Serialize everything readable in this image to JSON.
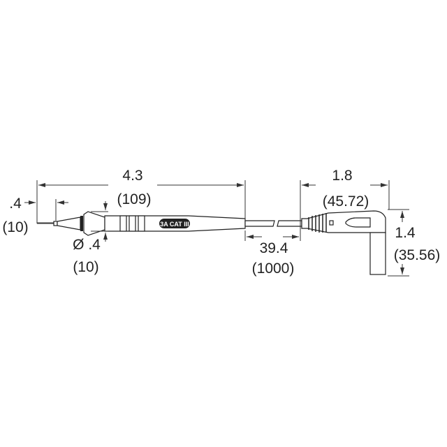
{
  "dimensions": {
    "tip_length": {
      "inch": ".4",
      "mm": "(10)"
    },
    "probe_length": {
      "inch": "4.3",
      "mm": "(109)"
    },
    "probe_diameter": {
      "inch": "Ø .4",
      "mm": "(10)"
    },
    "cable_length": {
      "inch": "39.4",
      "mm": "(1000)"
    },
    "plug_length": {
      "inch": "1.8",
      "mm": "(45.72)"
    },
    "plug_height": {
      "inch": "1.4",
      "mm": "(35.56)"
    }
  },
  "probe_marking": "3A CAT III"
}
